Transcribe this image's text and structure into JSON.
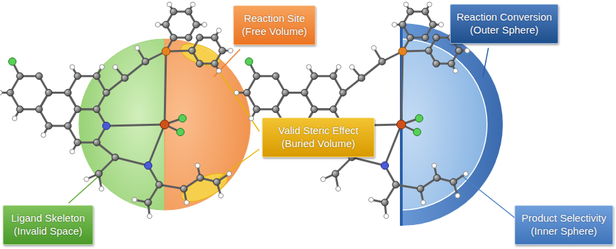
{
  "diagram": {
    "nodes": [
      {
        "text": [
          "Reaction Site (Free Volume)"
        ]
      },
      {
        "text": [
          "Valid Steric Effect (Buried Volume)"
        ]
      },
      {
        "text": [
          "Ligand Skeleton (Invalid Space)"
        ]
      },
      {
        "text": [
          "Reaction Conversion (Outer Sphere)"
        ]
      },
      {
        "text": [
          "Product Selectivity (Inner Sphere)"
        ]
      }
    ]
  }
}
